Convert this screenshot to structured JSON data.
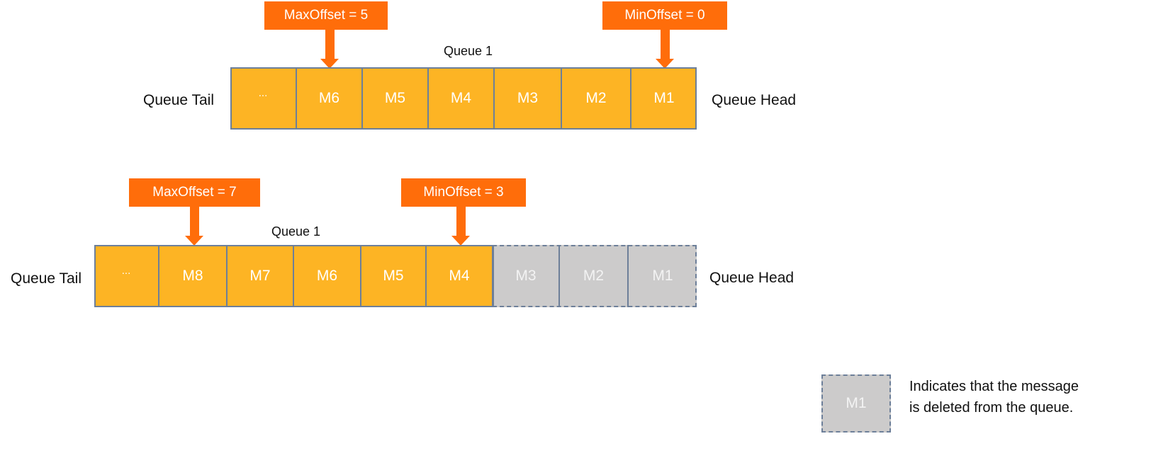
{
  "diagram1": {
    "title": "Queue 1",
    "tail_label": "Queue Tail",
    "head_label": "Queue Head",
    "cells": [
      "...",
      "M6",
      "M5",
      "M4",
      "M3",
      "M2",
      "M1"
    ],
    "max_pointer": "MaxOffset = 5",
    "min_pointer": "MinOffset = 0"
  },
  "diagram2": {
    "title": "Queue 1",
    "tail_label": "Queue Tail",
    "head_label": "Queue Head",
    "cells": [
      "...",
      "M8",
      "M7",
      "M6",
      "M5",
      "M4"
    ],
    "deleted_cells": [
      "M3",
      "M2",
      "M1"
    ],
    "max_pointer": "MaxOffset = 7",
    "min_pointer": "MinOffset = 3"
  },
  "legend": {
    "sample": "M1",
    "line1": "Indicates that the message",
    "line2": "is deleted from the queue."
  },
  "colors": {
    "active": "#FDB424",
    "deleted": "#CCCBCB",
    "pointer": "#FF6D0A",
    "border": "#6D7F99"
  }
}
